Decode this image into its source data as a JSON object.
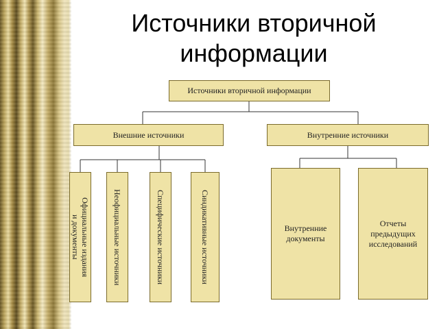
{
  "slide": {
    "title_line1": "Источники вторичной",
    "title_line2": "информации"
  },
  "diagram": {
    "root": "Источники вторичной информации",
    "external": {
      "label": "Внешние источники",
      "children": [
        "Официальные издания\nи документы",
        "Неофициальные источники",
        "Специфические источники",
        "Синдикативные источники"
      ]
    },
    "internal": {
      "label": "Внутренние источники",
      "children": [
        "Внутренние\nдокументы",
        "Отчеты\nпредыдущих\nисследований"
      ]
    }
  },
  "colors": {
    "box_fill": "#efe3a6",
    "box_border": "#7a6a2a",
    "curtain": "#b9a25a"
  }
}
